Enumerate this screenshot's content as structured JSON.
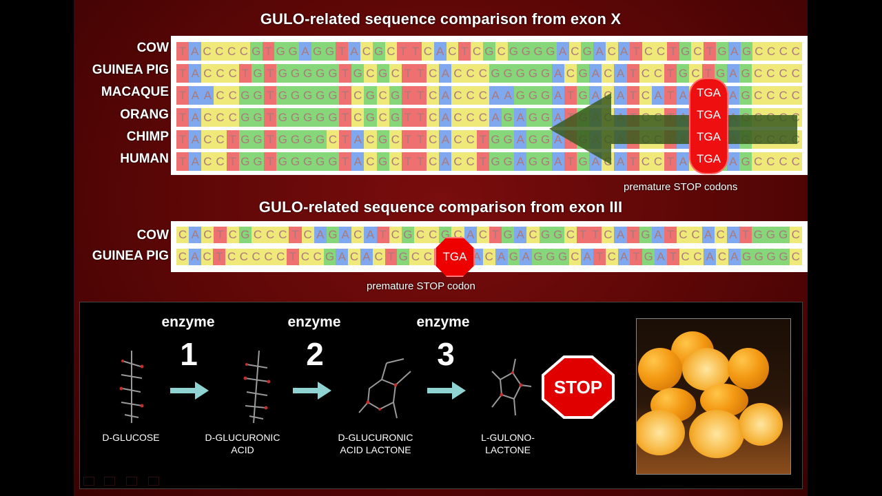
{
  "exon_x": {
    "title": "GULO-related sequence comparison from exon X",
    "rows": [
      {
        "species": "COW",
        "seq": "TACCCCGTGGAGGTACGCTTCACTCGCGGGGACGACATCCTGCTGAGCCCC"
      },
      {
        "species": "GUINEA PIG",
        "seq": "TACCCTGTGGGGGTGCGCTTCACCCGGGGGACGACATCCTGCTGAGCCCC"
      },
      {
        "species": "MACAQUE",
        "seq": "TAACCGGTGGGGGTCGCGTTCACCCAAGGGATGACATCATACTGAGCCCC"
      },
      {
        "species": "ORANG",
        "seq": "TACCCGGTGGGGGTCGCGTTCACCCAGAGGATGACATCCTACTGAGCCCC"
      },
      {
        "species": "CHIMP",
        "seq": "TACCTGGTGGGGCTACGCTTCACCTGGAGGATGACATCCTACTGAGCCCC"
      },
      {
        "species": "HUMAN",
        "seq": "TACCTGGTGGGGGTACGCTTCACCTGGAGGATGACATCCTACTGAGCCCC"
      }
    ],
    "stop_label": "TGA",
    "caption": "premature STOP codons"
  },
  "exon_iii": {
    "title": "GULO-related sequence comparison from exon III",
    "rows": [
      {
        "species": "COW",
        "seq": "CACTCGCCCTCAGACATCGCCGCACTGACGGCTTCATGATCCACATGGGC"
      },
      {
        "species": "GUINEA PIG",
        "seq": "CACTCCCCCTCCGACACTGCCTGAACAGAGGGCATCATGATCCACAGGGGC"
      }
    ],
    "stop_label": "TGA",
    "caption": "premature STOP codon"
  },
  "pathway": {
    "steps": [
      {
        "enzyme": "enzyme",
        "number": "1"
      },
      {
        "enzyme": "enzyme",
        "number": "2"
      },
      {
        "enzyme": "enzyme",
        "number": "3"
      }
    ],
    "compounds": [
      {
        "line1": "D-GLUCOSE",
        "line2": ""
      },
      {
        "line1": "D-GLUCURONIC",
        "line2": "ACID"
      },
      {
        "line1": "D-GLUCURONIC",
        "line2": "ACID LACTONE"
      },
      {
        "line1": "L-GULONO-",
        "line2": "LACTONE"
      }
    ],
    "stop_sign": "STOP"
  },
  "colors": {
    "A": "#7fa8ee",
    "C": "#efe97a",
    "G": "#86d77a",
    "T": "#ee7070",
    "stop": "#ef0000",
    "arrow": "#8fd3d3"
  }
}
